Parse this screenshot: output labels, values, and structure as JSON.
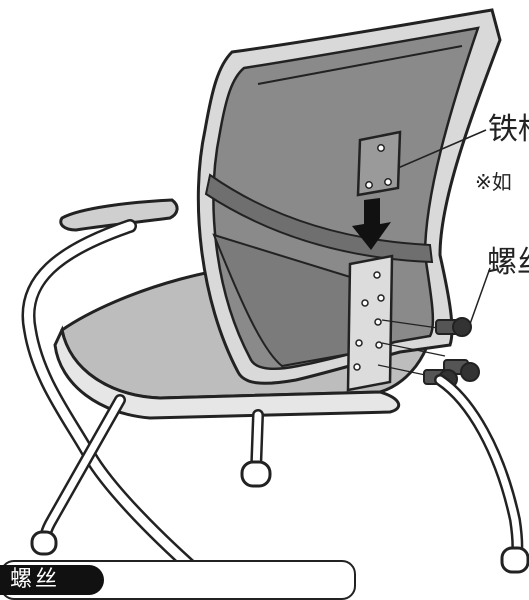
{
  "labels": {
    "bracket": "铁框",
    "bracket_note": "※如",
    "screw": "螺丝"
  },
  "parts_panel": {
    "tag": "螺丝"
  },
  "colors": {
    "outline": "#222222",
    "mesh": "#8a8a8a",
    "mesh_dark": "#6f6f6f",
    "frame_light": "#d9d9d9",
    "seat": "#bdbdbd",
    "arrow": "#111111"
  }
}
